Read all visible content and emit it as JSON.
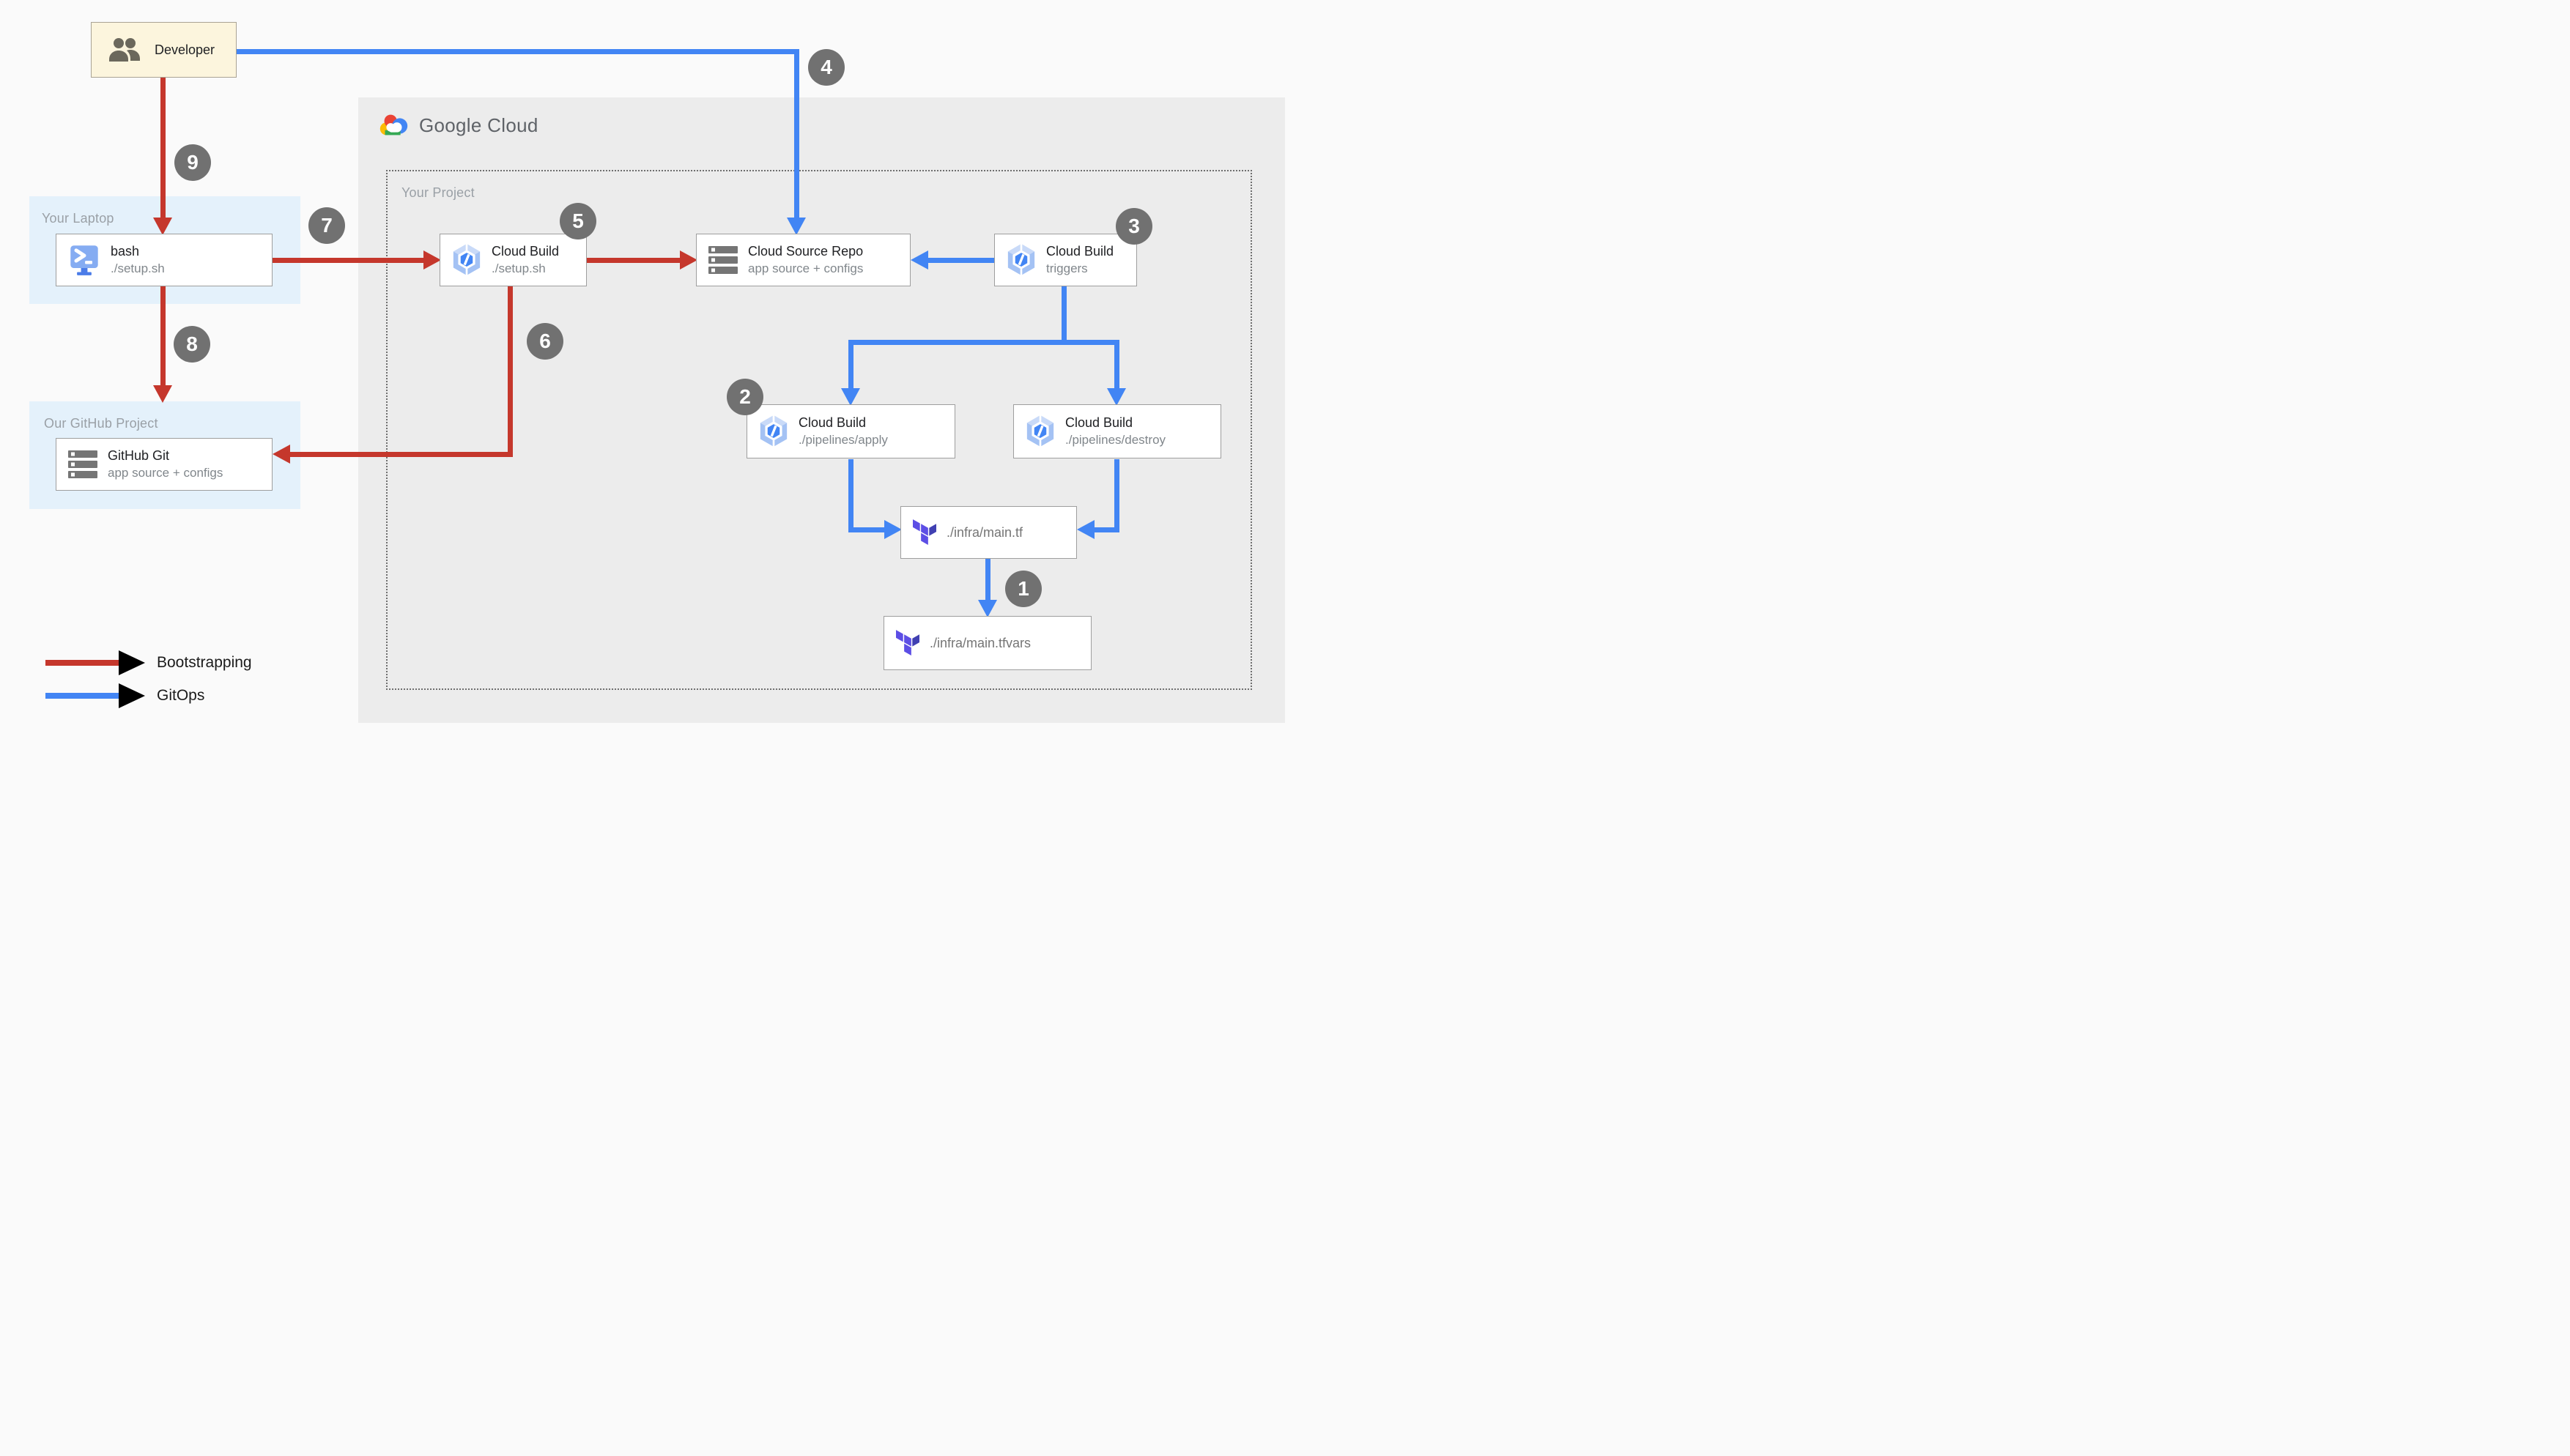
{
  "panels": {
    "google_cloud": {
      "logo_text": "Google Cloud"
    },
    "your_project": {
      "label": "Your Project"
    },
    "your_laptop": {
      "label": "Your Laptop"
    },
    "our_github_project": {
      "label": "Our GitHub Project"
    }
  },
  "nodes": {
    "developer": {
      "label": "Developer"
    },
    "bash": {
      "title": "bash",
      "subtitle": "./setup.sh"
    },
    "github_git": {
      "title": "GitHub Git",
      "subtitle": "app source + configs"
    },
    "cloud_build_setup": {
      "title": "Cloud Build",
      "subtitle": "./setup.sh"
    },
    "cloud_source_repo": {
      "title": "Cloud Source Repo",
      "subtitle": "app source + configs"
    },
    "cloud_build_triggers": {
      "title": "Cloud Build",
      "subtitle": "triggers"
    },
    "cloud_build_apply": {
      "title": "Cloud Build",
      "subtitle": "./pipelines/apply"
    },
    "cloud_build_destroy": {
      "title": "Cloud Build",
      "subtitle": "./pipelines/destroy"
    },
    "infra_main_tf": {
      "label": "./infra/main.tf"
    },
    "infra_main_tfvars": {
      "label": "./infra/main.tfvars"
    }
  },
  "steps": [
    "1",
    "2",
    "3",
    "4",
    "5",
    "6",
    "7",
    "8",
    "9"
  ],
  "legend": {
    "bootstrapping": {
      "label": "Bootstrapping",
      "color": "#C5372C"
    },
    "gitops": {
      "label": "GitOps",
      "color": "#4285F4"
    }
  },
  "colors": {
    "bootstrap_red": "#C5372C",
    "gitops_blue": "#4285F4",
    "badge_gray": "#717171",
    "gcp_panel_gray": "#ECECEC",
    "zone_panel_blue": "#E4F1FB",
    "developer_fill": "#FCF5DD"
  }
}
